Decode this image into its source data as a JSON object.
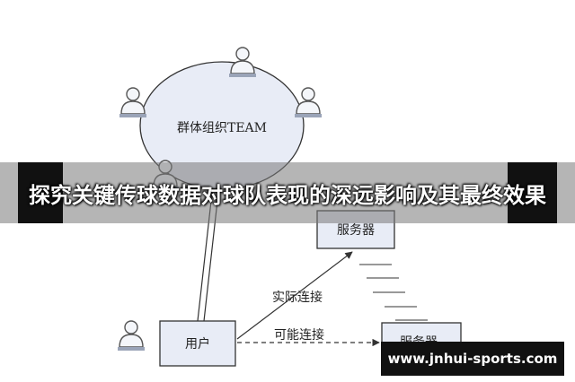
{
  "diagram": {
    "team_label": "群体组织TEAM",
    "server_top_label": "服务器",
    "server_bottom_label": "服务器",
    "user_label": "用户",
    "actual_connection_label": "实际连接",
    "possible_connection_label": "可能连接"
  },
  "overlay": {
    "title": "探究关键传球数据对球队表现的深远影响及其最终效果",
    "watermark": "www.jnhui-sports.com"
  },
  "colors": {
    "box_fill": "#e8ecf6",
    "stroke": "#333333",
    "band": "#7a7a7a",
    "watermark_bg": "#111111"
  }
}
